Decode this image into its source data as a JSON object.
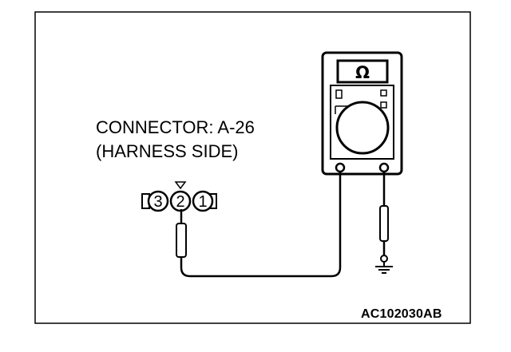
{
  "diagram": {
    "connector_label": "CONNECTOR: A-26",
    "connector_side": "(HARNESS SIDE)",
    "pins": [
      "3",
      "2",
      "1"
    ],
    "meter_symbol": "Ω",
    "reference_code": "AC102030AB"
  }
}
